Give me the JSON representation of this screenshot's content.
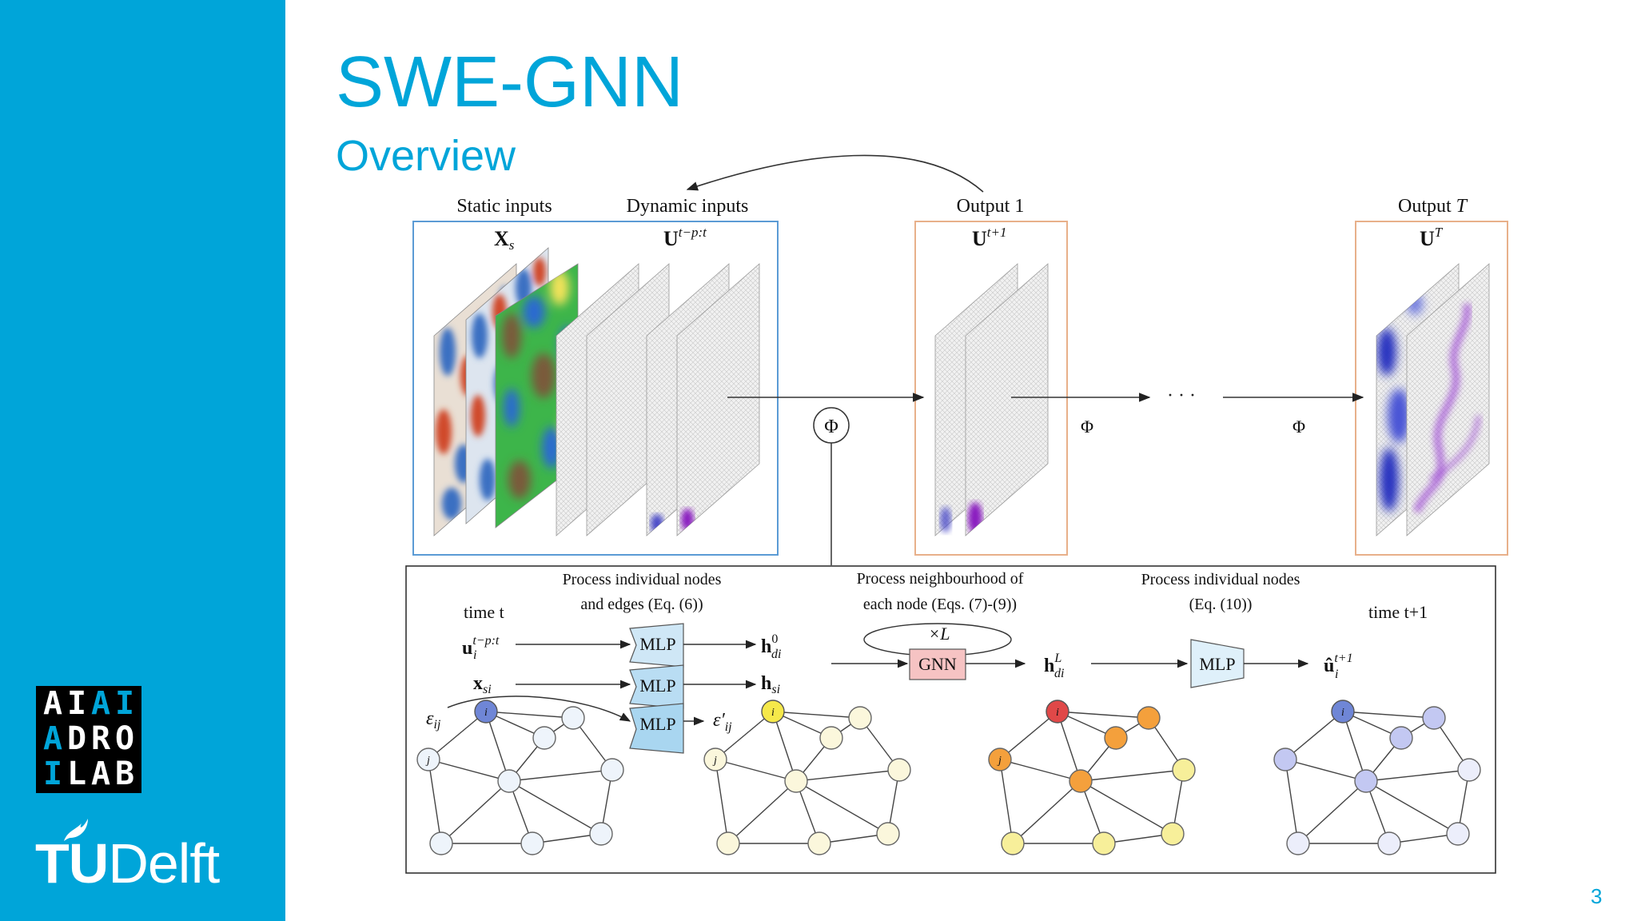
{
  "slide": {
    "title": "SWE-GNN",
    "subtitle": "Overview",
    "page_number": "3"
  },
  "branding": {
    "aiai_rows": [
      [
        "A",
        "I",
        "A",
        "I"
      ],
      [
        "A",
        "D",
        "R",
        "O"
      ],
      [
        "I",
        "L",
        "A",
        "B"
      ]
    ],
    "tudelft_tu": "TU",
    "tudelft_delft": "Delft"
  },
  "colors": {
    "accent": "#00a5d9",
    "input_box": "#5b9bd5",
    "output_box": "#e8b08a",
    "mlp_fill": "#a9d6f0",
    "gnn_fill": "#f6c3c3",
    "node_target_i_blue": "#6f86d6",
    "node_yellow": "#f5e84a",
    "node_red": "#e04848",
    "node_orange": "#f4a03c"
  },
  "diagram": {
    "static_inputs_label": "Static inputs",
    "dynamic_inputs_label": "Dynamic inputs",
    "output1_label": "Output 1",
    "outputT_label": "Output",
    "outputT_var": "T",
    "xs_label": "X",
    "xs_sub": "s",
    "u_input_label": "U",
    "u_input_sup": "t−p:t",
    "u_out1_label": "U",
    "u_out1_sup": "t+1",
    "u_outT_label": "U",
    "u_outT_sup": "T",
    "phi": "Φ",
    "ellipsis": "· · ·",
    "proc1_line1": "Process individual nodes",
    "proc1_line2": "and edges (Eq. (6))",
    "proc2_line1": "Process neighbourhood of",
    "proc2_line2": "each node (Eqs. (7)-(9))",
    "proc3_line1": "Process individual nodes",
    "proc3_line2": "(Eq. (10))",
    "time_t": "time t",
    "time_t1": "time t+1",
    "mlp": "MLP",
    "gnn": "GNN",
    "times_L": "×L",
    "u_i": "u",
    "u_i_sub": "i",
    "u_i_sup": "t−p:t",
    "x_si": "x",
    "x_si_sub": "si",
    "eps_ij": "ε",
    "eps_ij_sub": "ij",
    "h_di0": "h",
    "h_di0_sup": "0",
    "h_di0_sub": "di",
    "h_si": "h",
    "h_si_sub": "si",
    "eps_prime": "ε′",
    "eps_prime_sub": "ij",
    "h_diL": "h",
    "h_diL_sup": "L",
    "h_diL_sub": "di",
    "u_hat": "û",
    "u_hat_sub": "i",
    "u_hat_sup": "t+1",
    "node_i": "i",
    "node_j": "j"
  }
}
